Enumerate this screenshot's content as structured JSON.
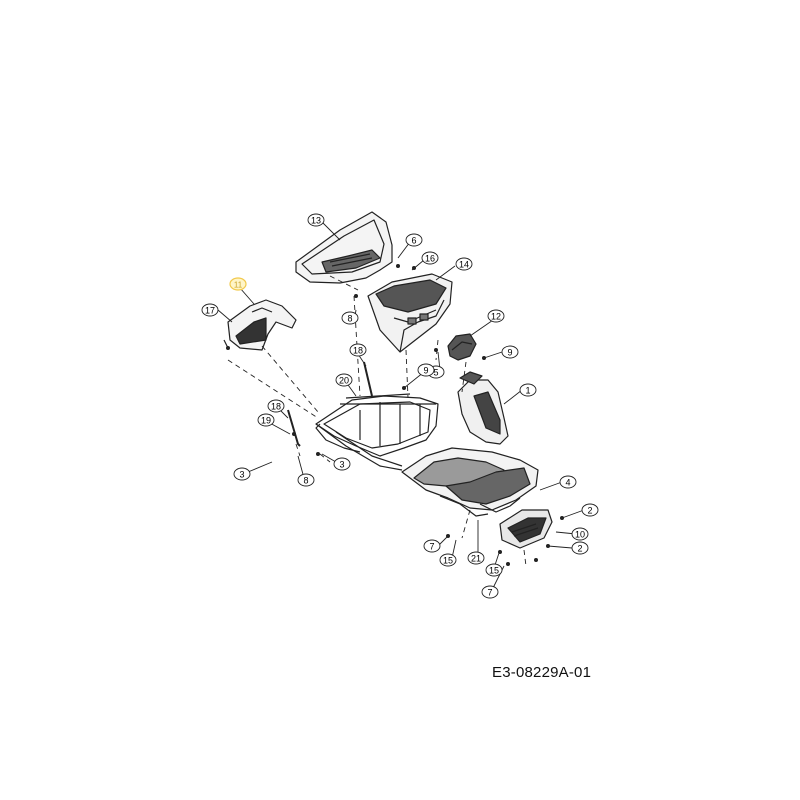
{
  "diagram": {
    "reference_code": "E3-08229A-01",
    "callouts": {
      "c1": "1",
      "c2a": "2",
      "c2b": "2",
      "c3a": "3",
      "c3b": "3",
      "c4": "4",
      "c5": "5",
      "c6": "6",
      "c7a": "7",
      "c7b": "7",
      "c8a": "8",
      "c8b": "8",
      "c9a": "9",
      "c9b": "9",
      "c10": "10",
      "c11": "11",
      "c12": "12",
      "c13": "13",
      "c14": "14",
      "c15a": "15",
      "c15b": "15",
      "c16": "16",
      "c17": "17",
      "c18a": "18",
      "c18b": "18",
      "c19": "19",
      "c20": "20",
      "c21": "21"
    },
    "highlight_color": "#f2c94c",
    "line_color": "#222222"
  }
}
